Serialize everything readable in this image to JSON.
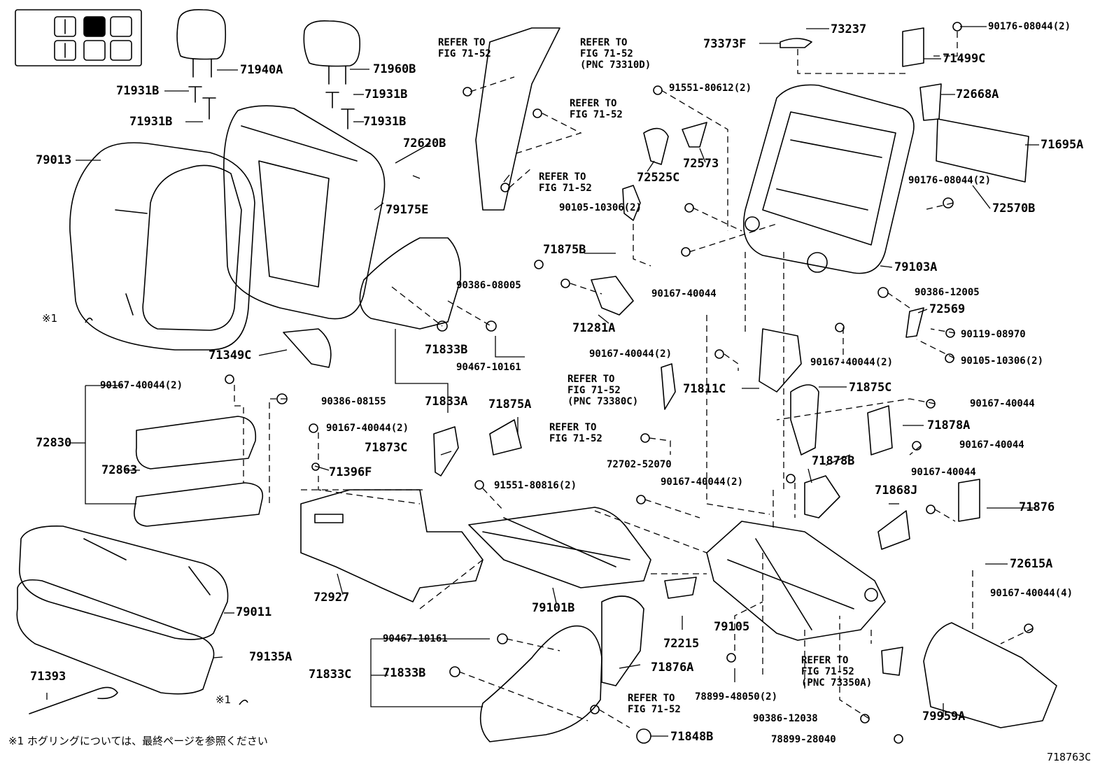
{
  "figure_id": "718763C",
  "footnote": "※1  ホグリングについては、最終ページを参照ください",
  "marker": "※1",
  "refs": [
    {
      "id": "ref-a",
      "lines": [
        "REFER TO",
        "FIG 71-52"
      ]
    },
    {
      "id": "ref-b",
      "lines": [
        "REFER TO",
        "FIG 71-52",
        "(PNC 73310D)"
      ]
    },
    {
      "id": "ref-c",
      "lines": [
        "REFER TO",
        "FIG 71-52"
      ]
    },
    {
      "id": "ref-d",
      "lines": [
        "REFER TO",
        "FIG 71-52"
      ]
    },
    {
      "id": "ref-e",
      "lines": [
        "REFER TO",
        "FIG 71-52",
        "(PNC 73380C)"
      ]
    },
    {
      "id": "ref-f",
      "lines": [
        "REFER TO",
        "FIG 71-52"
      ]
    },
    {
      "id": "ref-g",
      "lines": [
        "REFER TO",
        "FIG 71-52"
      ]
    },
    {
      "id": "ref-h",
      "lines": [
        "REFER TO",
        "FIG 71-52",
        "(PNC 73350A)"
      ]
    }
  ],
  "parts": [
    "71940A",
    "71960B",
    "71931B",
    "71931B",
    "71931B",
    "71931B",
    "79013",
    "79175E",
    "72620B",
    "73237",
    "73373F",
    "90176-08044(2)",
    "71499C",
    "91551-80612(2)",
    "72668A",
    "72573",
    "72525C",
    "71695A",
    "90176-08044(2)",
    "90105-10306(2)",
    "72570B",
    "71875B",
    "79103A",
    "90386-08005",
    "90167-40044",
    "90386-12005",
    "72569",
    "71281A",
    "90119-08970",
    "71833B",
    "90467-10161",
    "90167-40044(2)",
    "90167-40044(2)",
    "90105-10306(2)",
    "71349C",
    "71811C",
    "71875C",
    "90167-40044(2)",
    "71833A",
    "71875A",
    "90386-08155",
    "90167-40044",
    "72830",
    "90167-40044(2)",
    "71878A",
    "71873C",
    "71396F",
    "72863",
    "90167-40044",
    "72702-52070",
    "71878B",
    "91551-80816(2)",
    "90167-40044(2)",
    "90167-40044",
    "71868J",
    "71876",
    "72615A",
    "72927",
    "79101B",
    "79011",
    "79105",
    "90167-40044(4)",
    "72215",
    "90467-10161",
    "71833C",
    "71833B",
    "71876A",
    "79135A",
    "71393",
    "78899-48050(2)",
    "90386-12038",
    "71848B",
    "79959A",
    "78899-28040"
  ]
}
